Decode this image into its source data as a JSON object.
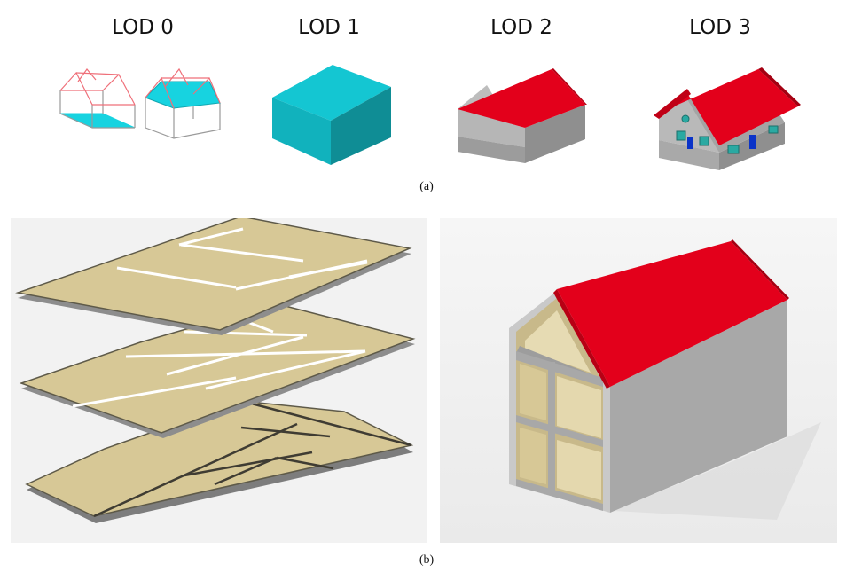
{
  "lod_titles": [
    "LOD 0",
    "LOD 1",
    "LOD 2",
    "LOD 3"
  ],
  "captions": {
    "a": "(a)",
    "b": "(b)"
  },
  "colors": {
    "cyan": "#17d3e0",
    "cyan_dark": "#12a6b0",
    "roof_red": "#e3001b",
    "wall_gray": "#a9a9a9",
    "floor_tan": "#d7c896",
    "door_blue": "#0a33c8",
    "window_teal": "#2aa9a2"
  }
}
